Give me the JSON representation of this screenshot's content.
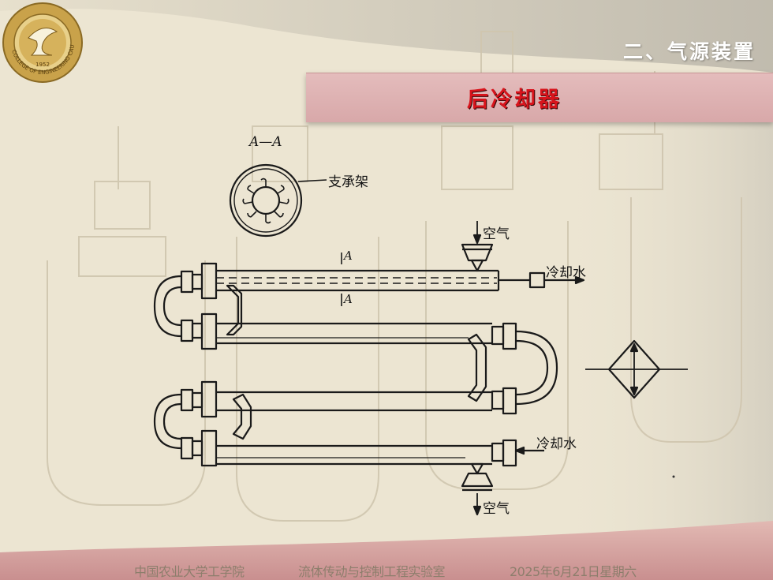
{
  "header": {
    "section_title": "二、气源装置",
    "slide_title": "后冷却器"
  },
  "logo": {
    "motto": "COLLEGE OF ENGINEERING CAU",
    "year": "1952"
  },
  "diagram": {
    "section_label": "A—A",
    "support_label": "支承架",
    "air_in_label": "空气",
    "water_out_label": "冷却水",
    "cut_mark_top": "A",
    "cut_mark_bottom": "A",
    "water_in_label": "冷却水",
    "air_out_label": "空气"
  },
  "footer": {
    "university": "中国农业大学工学院",
    "lab": "流体传动与控制工程实验室",
    "date": "2025年6月21日星期六"
  },
  "colors": {
    "title_red": "#d8141c",
    "band": "#d8a8a9",
    "background": "#ece5d2",
    "footer_band": "#cc9a9a"
  }
}
